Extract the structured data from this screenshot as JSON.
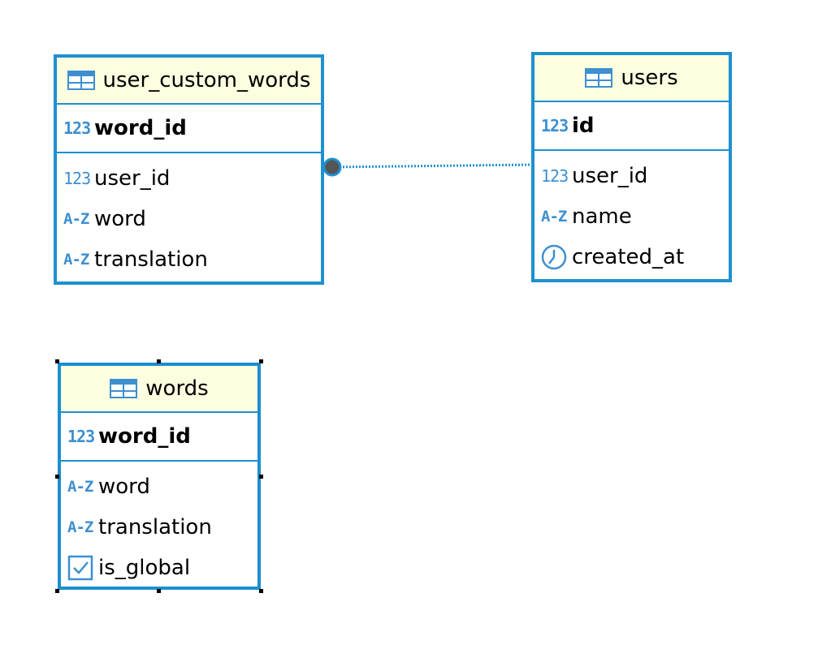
{
  "entities": {
    "user_custom_words": {
      "title": "user_custom_words",
      "pk": {
        "icon": "numeric-icon",
        "glyph": "123",
        "name": "word_id"
      },
      "columns": [
        {
          "icon": "numeric-icon",
          "glyph": "123",
          "name": "user_id"
        },
        {
          "icon": "text-icon",
          "glyph": "A-Z",
          "name": "word"
        },
        {
          "icon": "text-icon",
          "glyph": "A-Z",
          "name": "translation"
        }
      ]
    },
    "users": {
      "title": "users",
      "pk": {
        "icon": "numeric-icon",
        "glyph": "123",
        "name": "id"
      },
      "columns": [
        {
          "icon": "numeric-icon",
          "glyph": "123",
          "name": "user_id"
        },
        {
          "icon": "text-icon",
          "glyph": "A-Z",
          "name": "name"
        },
        {
          "icon": "clock-icon",
          "name": "created_at"
        }
      ]
    },
    "words": {
      "title": "words",
      "pk": {
        "icon": "numeric-icon",
        "glyph": "123",
        "name": "word_id"
      },
      "columns": [
        {
          "icon": "text-icon",
          "glyph": "A-Z",
          "name": "word"
        },
        {
          "icon": "text-icon",
          "glyph": "A-Z",
          "name": "translation"
        },
        {
          "icon": "checkbox-icon",
          "name": "is_global"
        }
      ]
    }
  },
  "relationships": [
    {
      "from": "user_custom_words",
      "to": "users",
      "style": "dotted"
    }
  ],
  "colors": {
    "border": "#1e90d0",
    "header_bg": "#fdfde0",
    "icon": "#3d8fd0",
    "connector_end": "#555555"
  }
}
